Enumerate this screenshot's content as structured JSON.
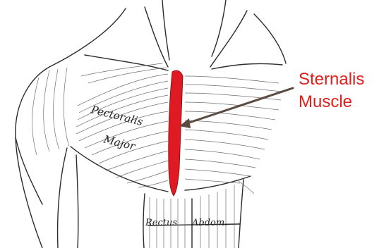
{
  "labels": {
    "pectoralis": "Pectoralis",
    "major": "Major",
    "rectus": "Rectus",
    "abdom": "Abdom."
  },
  "callout": {
    "line1": "Sternalis",
    "line2": "Muscle"
  },
  "colors": {
    "highlight_muscle": "#e01a22",
    "callout_text": "#e0201b",
    "arrow": "#5a4a40",
    "ink": "#2b2b2b"
  }
}
